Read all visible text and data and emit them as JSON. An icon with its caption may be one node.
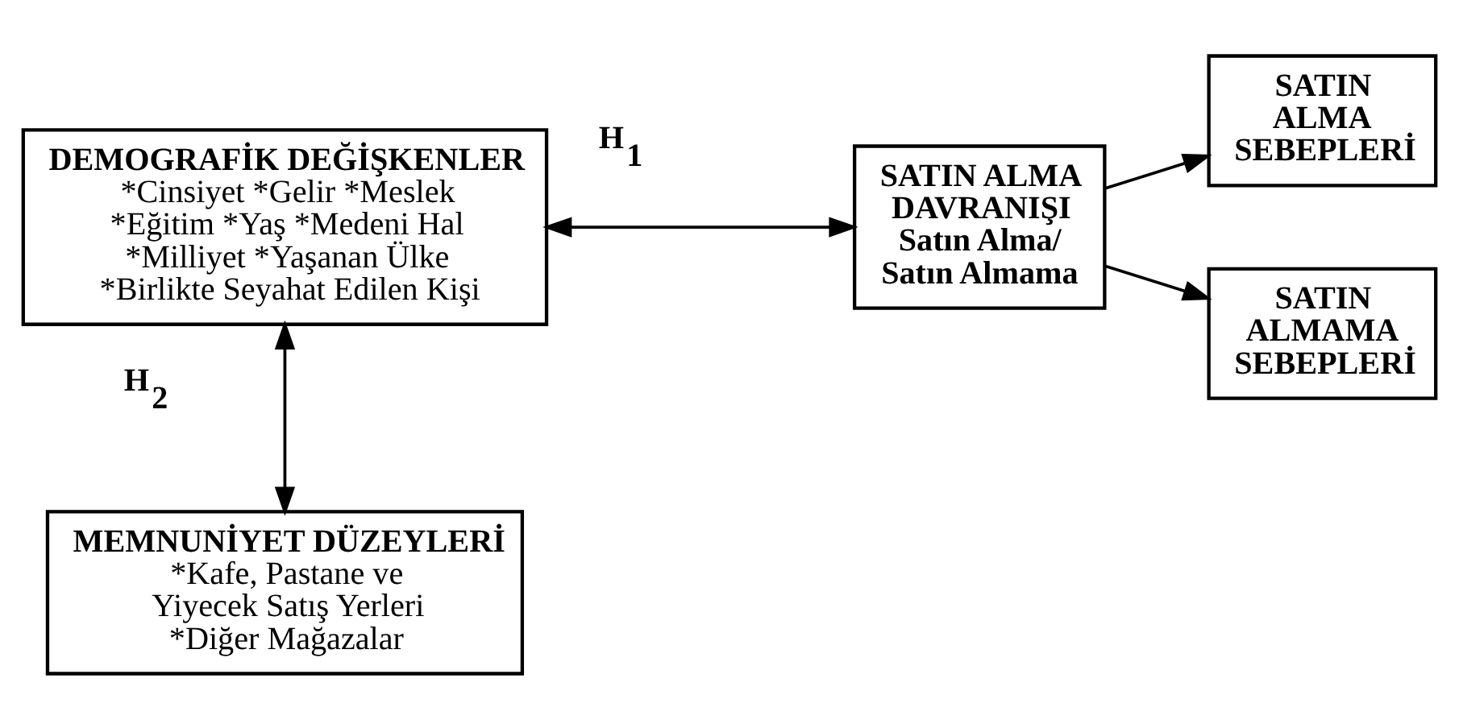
{
  "diagram": {
    "nodes": [
      {
        "text": [
          "DEMOGRAFİK DEĞİŞKENLER",
          "*Cinsiyet *Gelir *Meslek *Eğitim *Yaş *Medeni Hal *Milliyet *Yaşanan Ülke *Birlikte Seyahat Edilen Kişi"
        ]
      },
      {
        "text": [
          "SATIN ALMA DAVRANIŞI",
          "Satın Alma/ Satın Almama"
        ]
      },
      {
        "text": [
          "SATIN ALMA SEBEPLERİ"
        ]
      },
      {
        "text": [
          "SATIN ALMAMA SEBEPLERİ"
        ]
      },
      {
        "text": [
          "MEMNUNİYET DÜZEYLERİ",
          "*Kafe, Pastane ve Yiyecek Satış Yerleri *Diğer Mağazalar"
        ]
      }
    ],
    "edges": [
      {
        "from": 0,
        "to": 1,
        "arrow": "both",
        "label": "H$_{1}$"
      },
      {
        "from": 1,
        "to": 2,
        "arrow": "to"
      },
      {
        "from": 1,
        "to": 3,
        "arrow": "to"
      },
      {
        "from": 0,
        "to": 4,
        "arrow": "both",
        "label": "H$_{2}$"
      }
    ]
  }
}
